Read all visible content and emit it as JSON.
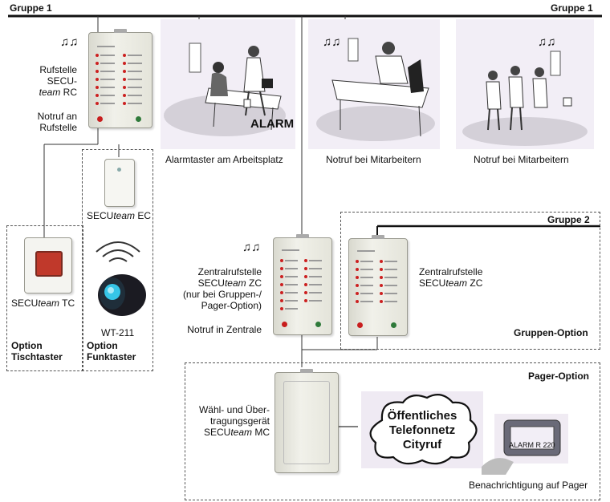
{
  "groups": {
    "group1_left": "Gruppe 1",
    "group1_right": "Gruppe 1",
    "group2": "Gruppe 2"
  },
  "nodes": {
    "rc": {
      "line1": "Rufstelle",
      "line2": "SECU-",
      "line3_italic": "team",
      "line3_rest": " RC"
    },
    "rc_emergency": {
      "line1": "Notruf an",
      "line2": "Rufstelle"
    },
    "ec": {
      "prefix": "SECU",
      "italic": "team",
      "suffix": " EC"
    },
    "tc": {
      "prefix": "SECU",
      "italic": "team",
      "suffix": " TC"
    },
    "wt": {
      "label": "WT-211"
    },
    "zc_main": {
      "line1": "Zentralrufstelle",
      "line2_prefix": "SECU",
      "line2_italic": "team",
      "line2_suffix": " ZC",
      "line3": "(nur bei Gruppen-/",
      "line4": "Pager-Option)"
    },
    "zc_main_emergency": "Notruf in Zentrale",
    "zc_group": {
      "line1": "Zentralrufstelle",
      "line2_prefix": "SECU",
      "line2_italic": "team",
      "line2_suffix": " ZC"
    },
    "mc": {
      "line1": "Wähl- und Über-",
      "line2": "tragungsgerät",
      "line3_prefix": "SECU",
      "line3_italic": "team",
      "line3_suffix": " MC"
    },
    "cloud": {
      "line1": "Öffentliches",
      "line2": "Telefonnetz",
      "line3": "Cityruf"
    },
    "pager": {
      "display": "ALARM R 220",
      "caption": "Benachrichtigung auf Pager"
    }
  },
  "scenes": {
    "desk_alarm": {
      "sign": "ALARM",
      "caption": "Alarmtaster am Arbeitsplatz"
    },
    "staff_1": {
      "caption": "Notruf bei Mitarbeitern"
    },
    "staff_2": {
      "caption": "Notruf bei Mitarbeitern"
    }
  },
  "options": {
    "tischtaster": {
      "line1": "Option",
      "line2": "Tischtaster"
    },
    "funktaster": {
      "line1": "Option",
      "line2": "Funktaster"
    },
    "gruppen": "Gruppen-Option",
    "pager": "Pager-Option"
  },
  "icons": {
    "sound": "music-notes-icon",
    "button_color": "#c0392b",
    "bus_color": "#111111"
  }
}
